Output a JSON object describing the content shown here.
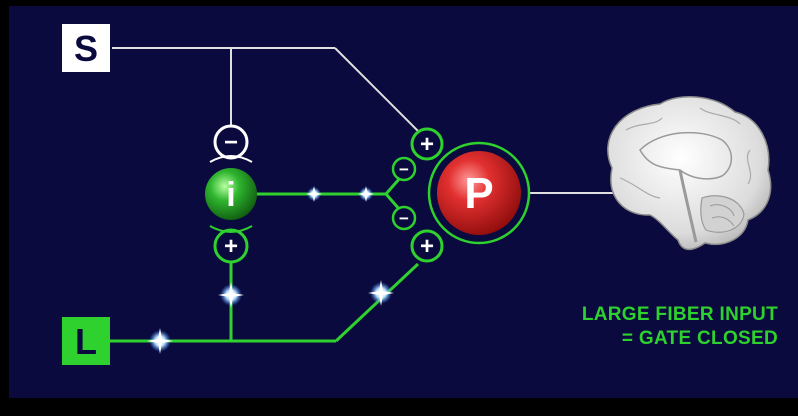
{
  "labels": {
    "s_box": "S",
    "l_box": "L",
    "interneuron": "i",
    "projection": "P",
    "minus": "−",
    "plus": "+"
  },
  "caption": {
    "line1": "LARGE FIBER INPUT",
    "line2": "= GATE CLOSED"
  },
  "colors": {
    "background": "#000000",
    "panel": "#0a0a3e",
    "fiber_green": "#2ed12e",
    "small_fiber_white": "#e8e8e8",
    "projection_red": "#d42020",
    "interneuron_green": "#2aa82a",
    "caption_green": "#2ed12e"
  },
  "icons": [
    "brain-icon",
    "spark-icon"
  ]
}
